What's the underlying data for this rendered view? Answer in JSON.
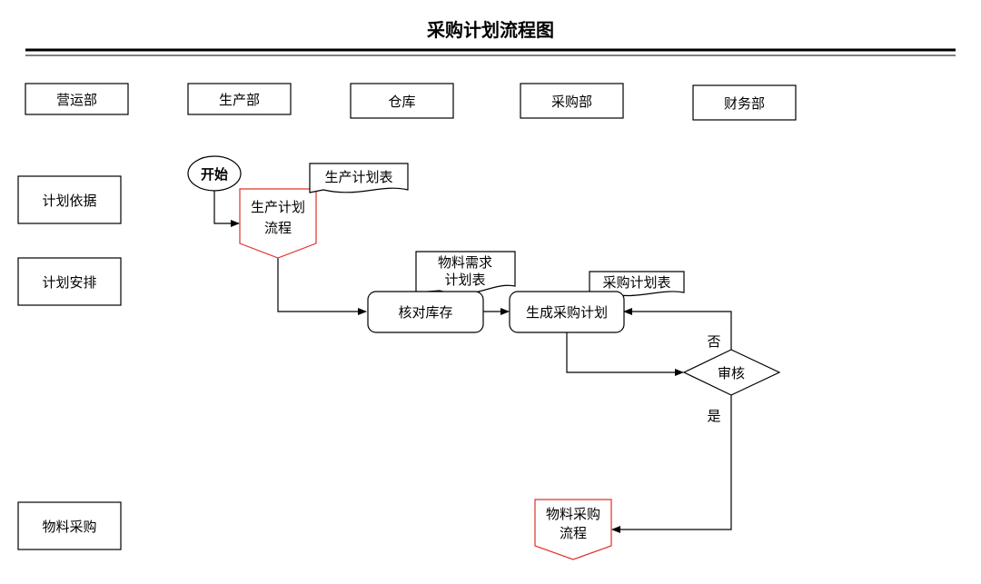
{
  "title": "采购计划流程图",
  "departments": [
    "营运部",
    "生产部",
    "仓库",
    "采购部",
    "财务部"
  ],
  "stages": [
    "计划依据",
    "计划安排",
    "物料采购"
  ],
  "nodes": {
    "start": "开始",
    "production_plan_process": [
      "生产计划",
      "流程"
    ],
    "production_plan_doc": "生产计划表",
    "material_demand_doc": [
      "物料需求",
      "计划表"
    ],
    "check_inventory": "核对库存",
    "purchase_plan_doc": "采购计划表",
    "generate_purchase_plan": "生成采购计划",
    "review": "审核",
    "material_purchase_process": [
      "物料采购",
      "流程"
    ]
  },
  "edge_labels": {
    "no": "否",
    "yes": "是"
  },
  "colors": {
    "process_border": "#e0302a",
    "line": "#000000"
  }
}
